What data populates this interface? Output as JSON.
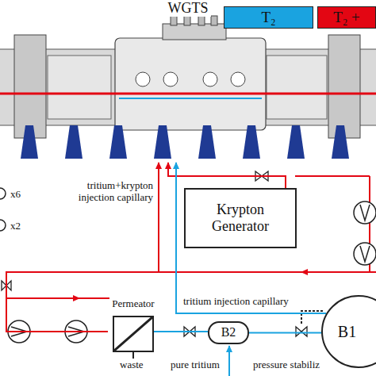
{
  "diagram": {
    "nodes": [
      {
        "text": [
          "WGTS"
        ]
      },
      {
        "text": [
          "Krypton Generator"
        ]
      },
      {
        "text": [
          "Permeator"
        ]
      },
      {
        "text": [
          "B2"
        ]
      },
      {
        "text": [
          "B1"
        ]
      }
    ],
    "edges": [
      {
        "from": 1,
        "to": 0,
        "arrow": "to"
      },
      {
        "from": 2,
        "to": 0,
        "arrow": "to"
      },
      {
        "from": 4,
        "to": 0,
        "arrow": "to"
      },
      {
        "from": 3,
        "to": 4,
        "arrow": "none"
      },
      {
        "from": 2,
        "to": 3,
        "arrow": "none"
      }
    ],
    "labels": [
      "tritium+krypton injection capillary",
      "x6",
      "x2",
      "tritium injection capillary",
      "waste",
      "pure tritium",
      "pressure stabiliz"
    ],
    "legend": [
      {
        "text": "T₂",
        "color": "#1aa3e0"
      },
      {
        "text": "T₂ +",
        "color": "#e30613"
      }
    ]
  }
}
